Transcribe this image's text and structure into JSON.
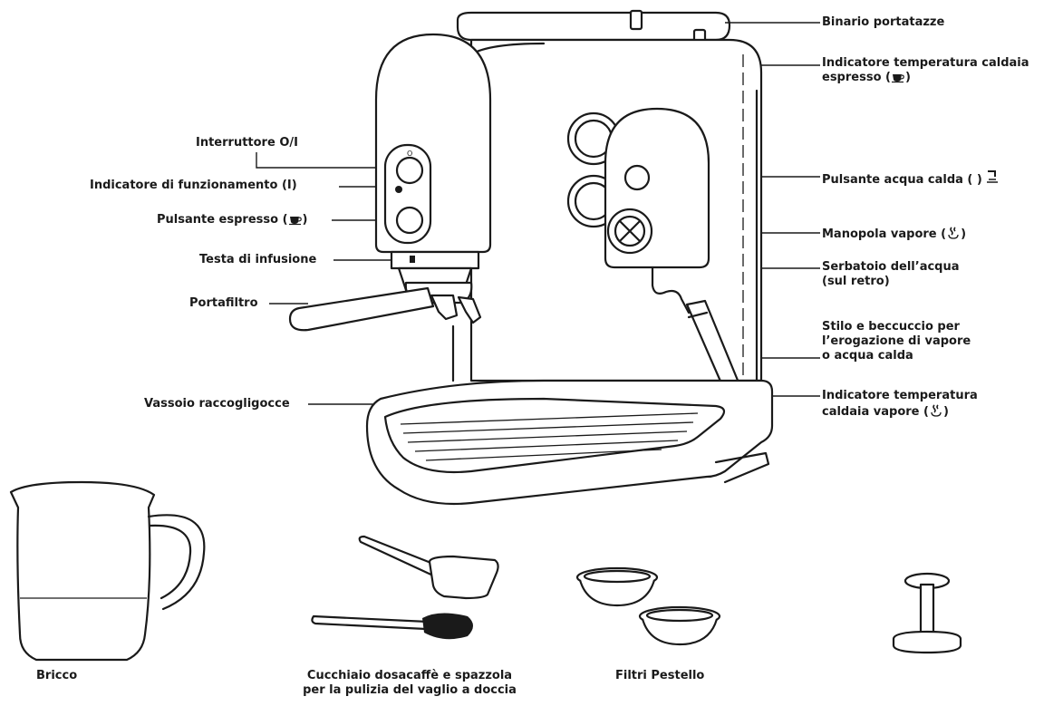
{
  "labels": {
    "cup_rail": "Binario portatazze",
    "espresso_temp_line1": "Indicatore temperatura caldaia",
    "espresso_temp_line2": "espresso (",
    "espresso_temp_close": ")",
    "power_switch": "Interruttore O/I",
    "power_indicator": "Indicatore di funzionamento (I)",
    "espresso_button": "Pulsante espresso (",
    "espresso_button_close": ")",
    "hot_water_button": "Pulsante acqua calda ( )",
    "brew_head": "Testa di infusione",
    "steam_knob": "Manopola vapore (",
    "steam_knob_close": ")",
    "portafilter": "Portafiltro",
    "water_tank_line1": "Serbatoio dell’acqua",
    "water_tank_line2": "(sul retro)",
    "steam_wand_line1": "Stilo e beccuccio per",
    "steam_wand_line2": "l’erogazione di vapore",
    "steam_wand_line3": "o acqua calda",
    "drip_tray": "Vassoio raccogligocce",
    "steam_temp_line1": "Indicatore temperatura",
    "steam_temp_line2": "caldaia vapore (",
    "steam_temp_close": ")",
    "pitcher": "Bricco",
    "spoon_brush_line1": "Cucchiaio dosacaffè e spazzola",
    "spoon_brush_line2": "per la pulizia del vaglio a doccia",
    "filters_tamper": "Filtri Pestello"
  },
  "icons": {
    "cup": "espresso-cup-icon",
    "hot_water": "hot-water-tap-icon",
    "steam": "steam-icon"
  },
  "colors": {
    "ink": "#1a1a1a",
    "background": "#ffffff"
  }
}
